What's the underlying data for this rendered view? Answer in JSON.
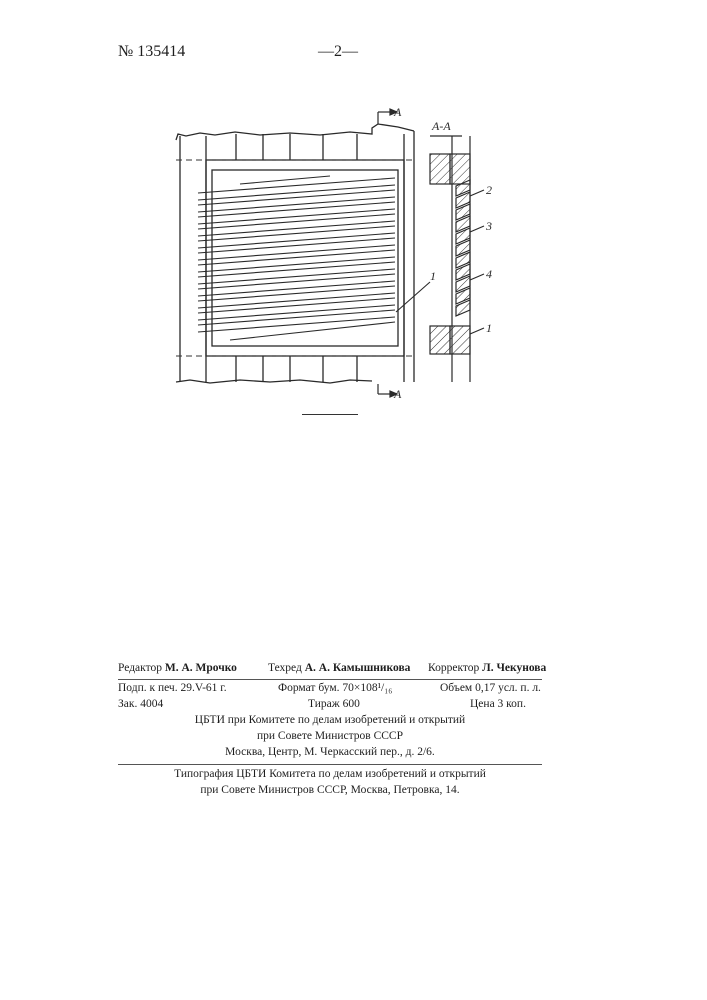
{
  "header": {
    "patent_number": "№ 135414",
    "page_number": "—2—"
  },
  "drawing": {
    "section_marker_top": "А",
    "section_marker_bottom": "А",
    "section_title": "А-А",
    "callout_main": "1",
    "callouts": [
      "2",
      "3",
      "4",
      "1"
    ]
  },
  "imprint": {
    "editor_label": "Редактор",
    "editor_name": "М. А. Мрочко",
    "techred_label": "Техред",
    "techred_name": "А. А. Камышникова",
    "corrector_label": "Корректор",
    "corrector_name": "Л. Чекунова",
    "signed": "Подп. к печ. 29.V-61 г.",
    "format": "Формат бум. 70×108¹/₁₆",
    "volume": "Объем 0,17 усл. п. л.",
    "order": "Зак. 4004",
    "circulation": "Тираж 600",
    "price": "Цена 3 коп.",
    "publisher_line1": "ЦБТИ при Комитете по делам изобретений и открытий",
    "publisher_line2": "при Совете Министров СССР",
    "publisher_address": "Москва, Центр, М. Черкасский пер., д. 2/6.",
    "printer_line1": "Типография ЦБТИ Комитета по делам изобретений и открытий",
    "printer_line2": "при Совете Министров СССР, Москва, Петровка, 14."
  }
}
